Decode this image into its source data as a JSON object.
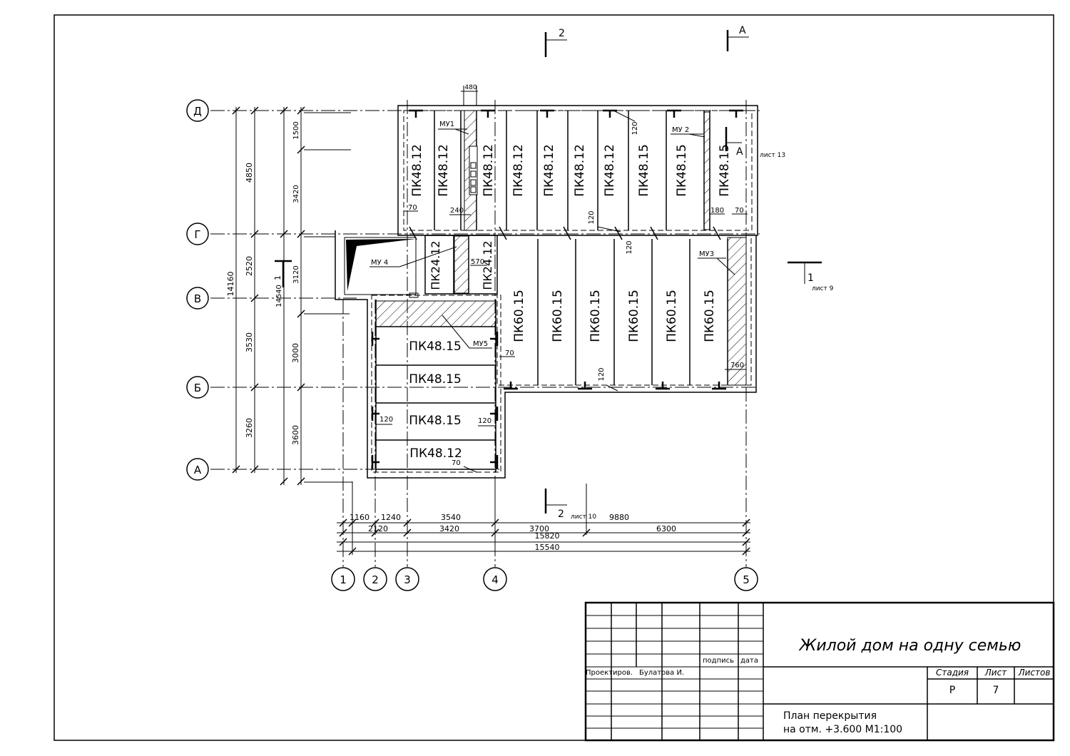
{
  "axes": {
    "rows": [
      "Д",
      "Г",
      "В",
      "Б",
      "А"
    ],
    "cols": [
      "1",
      "2",
      "3",
      "4",
      "5"
    ]
  },
  "left_dims": {
    "overall": "14160",
    "row_spacings": [
      "4850",
      "2520",
      "3530",
      "3260"
    ],
    "inner": [
      "1500",
      "3420",
      "3120",
      "3000",
      "3600"
    ],
    "inner_overall": "14540",
    "section_mark": "1"
  },
  "bottom_dims": {
    "row1": [
      "1160",
      "1240",
      "3540",
      "9880"
    ],
    "row2": [
      "2120",
      "3420",
      "3700",
      "6300"
    ],
    "row3": "15820",
    "row4": "15540"
  },
  "panels": {
    "top": [
      "ПК48.12",
      "ПК48.12",
      "ПК48.12",
      "ПК48.12",
      "ПК48.12",
      "ПК48.12",
      "ПК48.12",
      "ПК48.15",
      "ПК48.15",
      "ПК48.15"
    ],
    "middle_small": [
      "ПК24.12",
      "ПК24.12"
    ],
    "right": [
      "ПК60.15",
      "ПК60.15",
      "ПК60.15",
      "ПК60.15",
      "ПК60.15",
      "ПК60.15"
    ],
    "left_stack": [
      "ПК48.15",
      "ПК48.15",
      "ПК48.15",
      "ПК48.12"
    ]
  },
  "monolithic": {
    "mu1": "МУ1",
    "mu2": "МУ 2",
    "mu3": "МУ3",
    "mu4": "МУ 4",
    "mu5": "МУ5"
  },
  "small_dims": {
    "d480": "480",
    "d120a": "120",
    "d70a": "70",
    "d240": "240",
    "d120b": "120",
    "d120c": "120",
    "d180": "180",
    "d70b": "70",
    "d570": "570",
    "d70c": "70",
    "d760": "760",
    "d120d": "120",
    "d120e": "120",
    "d120f": "120",
    "d70d": "70"
  },
  "sections": {
    "s2_top": "2",
    "sA_top": "А",
    "sA_mid": "А",
    "sheet13": "лист 13",
    "s1_right": "1",
    "sheet9": "лист 9",
    "s2_bottom": "2",
    "sheet10": "лист 10"
  },
  "title_block": {
    "project_title": "Жилой дом на одну семью",
    "sign_label": "подпись",
    "date_label": "дата",
    "designer_role": "Проектиров.",
    "designer_name": "Булатова И.",
    "stage_label": "Стадия",
    "sheet_label": "Лист",
    "sheets_label": "Листов",
    "stage_value": "Р",
    "sheet_value": "7",
    "drawing_title_1": "План перекрытия",
    "drawing_title_2": "на отм. +3.600 М1:100"
  }
}
